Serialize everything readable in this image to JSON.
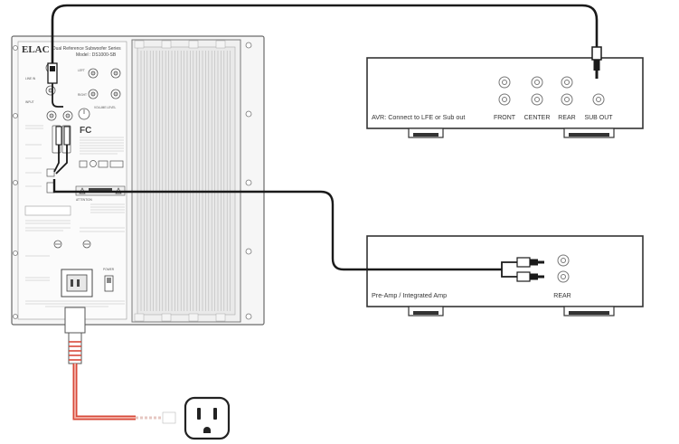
{
  "sub_panel": {
    "brand": "ELAC",
    "product": "Dual Reference Subwoofer Series",
    "model": "Model : DS1000-SB",
    "in_labels": {
      "line": "LINE IN",
      "input": "INPUT",
      "left": "LEFT",
      "right": "RIGHT"
    },
    "volume_level": "VOLUME LEVEL",
    "fc_mark": "FC",
    "attention": "ATTENTION",
    "power": "POWER"
  },
  "avr": {
    "caption": "AVR: Connect to LFE or Sub out",
    "jacks": [
      "FRONT",
      "CENTER",
      "REAR",
      "SUB OUT"
    ]
  },
  "preamp": {
    "caption": "Pre-Amp / Integrated Amp",
    "jack": "REAR"
  }
}
